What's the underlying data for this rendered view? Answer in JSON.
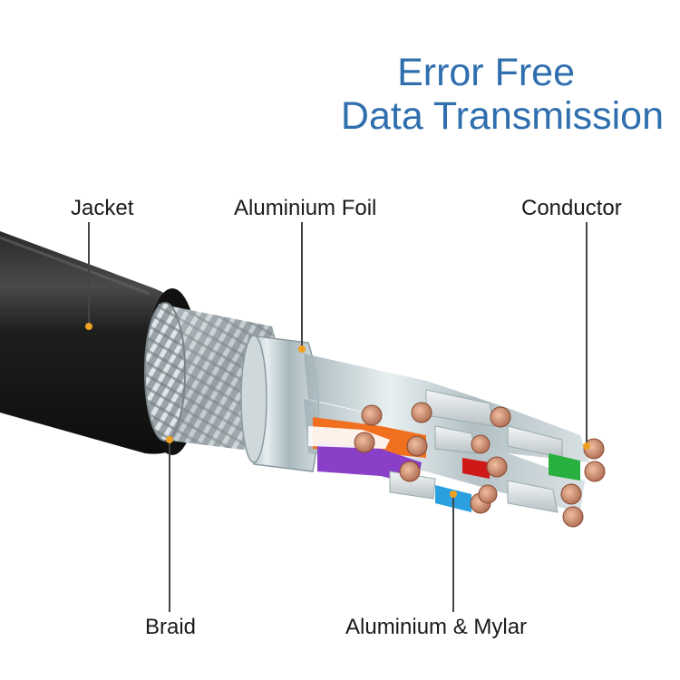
{
  "title": {
    "line1": "Error Free",
    "line2": "Data Transmission"
  },
  "labels": {
    "jacket": "Jacket",
    "aluminium_foil": "Aluminium Foil",
    "conductor": "Conductor",
    "braid": "Braid",
    "aluminium_mylar": "Aluminium & Mylar"
  },
  "colors": {
    "title": "#2f6fae",
    "leader_dot": "#f0a020",
    "jacket": "#1c1c1c",
    "foil": "#b8c2c6",
    "copper": "#c98a66",
    "pair_orange": "#f07020",
    "pair_purple": "#8a3fc8",
    "pair_red": "#d01818",
    "pair_green": "#28b040",
    "pair_blue": "#2aa0e0"
  }
}
